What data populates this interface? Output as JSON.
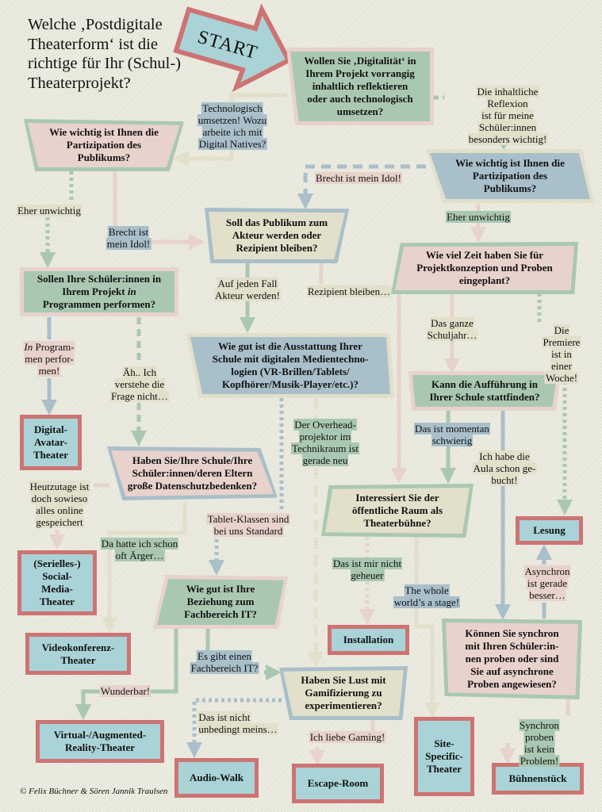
{
  "title": "Welche ‚Postdigitale\nTheaterform‘ ist die\nrichtige für Ihr (Schul-)\nTheaterprojekt?",
  "start_label": "START",
  "colors": {
    "green": "#aac8b1",
    "pink": "#e8d2cc",
    "blue": "#a9bfca",
    "beige": "#e2dfca",
    "result_fill": "#a9d3d6",
    "result_border": "#cd7373"
  },
  "questions": {
    "digitality": "Wollen Sie ‚Digitalität‘ in\nIhrem Projekt vorrangig\ninhaltlich reflektieren\noder auch technologisch\numsetzen?",
    "participation_left": "Wie wichtig ist Ihnen die\nPartizipation des\nPublikums?",
    "participation_right": "Wie wichtig ist Ihnen die\nPartizipation des\nPublikums?",
    "actor_or_recipient": "Soll das Publikum zum\nAkteur werden oder\nRezipient bleiben?",
    "time": "Wie viel Zeit haben Sie für\nProjektkonzeption und Proben\neingeplant?",
    "perform_programs_a": "Sollen Ihre Schüler:innen in\nIhrem Projekt ",
    "perform_programs_em": "in",
    "perform_programs_b": "\nProgrammen performen?",
    "equipment": "Wie gut ist die Ausstattung Ihrer\nSchule mit digitalen Medientechno-\nlogien (VR-Brillen/Tablets/\nKopfhörer/Musik-Player/etc.)?",
    "at_school": "Kann die Aufführung in\nIhrer Schule stattfinden?",
    "data_privacy": "Haben Sie/Ihre Schule/Ihre\nSchüler:innen/deren Eltern\ngroße Datenschutzbedenken?",
    "public_space": "Interessiert Sie der\nöffentliche Raum als\nTheaterbühne?",
    "it_department": "Wie gut ist Ihre\nBeziehung zum\nFachbereich IT?",
    "gamification": "Haben Sie Lust mit\nGamifizierung zu\nexperimentieren?",
    "synchronous": "Können Sie synchron\nmit Ihren Schüler:in-\nnen proben oder sind\nSie auf asynchrone\nProben angewiesen?"
  },
  "results": {
    "digital_avatar": "Digital-\nAvatar-\nTheater",
    "social_media": "(Serielles-)\nSocial-\nMedia-\nTheater",
    "video_conference": "Videokonferenz-\nTheater",
    "vr_ar": "Virtual-/Augmented-\nReality-Theater",
    "audio_walk": "Audio-Walk",
    "escape_room": "Escape-Room",
    "installation": "Installation",
    "site_specific": "Site-\nSpecific-\nTheater",
    "stage_play": "Bühnenstück",
    "reading": "Lesung"
  },
  "answers": {
    "tech": "Technologisch\numsetzen! Wozu\narbeite ich mit\nDigital Natives?",
    "reflection": "Die inhaltliche Reflexion\nist für meine Schüler:innen\nbesonders wichtig!",
    "unimportant_left": "Eher unwichtig",
    "brecht_left": "Brecht ist\nmein Idol!",
    "brecht_right": "Brecht ist mein Idol!",
    "unimportant_right": "Eher unwichtig",
    "actor": "Auf jeden Fall\nAkteur werden!",
    "recipient": "Rezipient bleiben…",
    "whole_year": "Das ganze\nSchuljahr…",
    "premiere_week": "Die Premiere\nist in einer\nWoche!",
    "in_programs_em": "In",
    "in_programs": " Program-\nmen perfor-\nmen!",
    "dont_understand": "Äh.. Ich\nverstehe die\nFrage nicht…",
    "overhead": "Der Overhead-\nprojektor im\nTechnikraum ist\ngerade neu",
    "difficult": "Das ist momentan\nschwierig",
    "aula_booked": "Ich habe die\nAula schon ge-\nbucht!",
    "online_anyway": "Heutzutage ist\ndoch sowieso\nalles online\ngespeichert",
    "tablet_classes": "Tablet-Klassen sind\nbei uns Standard",
    "trouble": "Da hatte ich schon\noft Ärger…",
    "not_comfortable": "Das ist mir nicht\ngeheuer",
    "whole_world": "The whole\nworld’s a stage!",
    "async_better": "Asynchron\nist gerade\nbesser…",
    "it_exists": "Es gibt einen\nFachbereich IT?",
    "wonderful": "Wunderbar!",
    "not_mine": "Das ist nicht\nunbedingt meins…",
    "love_gaming": "Ich liebe Gaming!",
    "sync_ok": "Synchron proben\nist kein Problem!"
  },
  "footer": "© Felix Büchner & Sören Jannik Traulsen"
}
